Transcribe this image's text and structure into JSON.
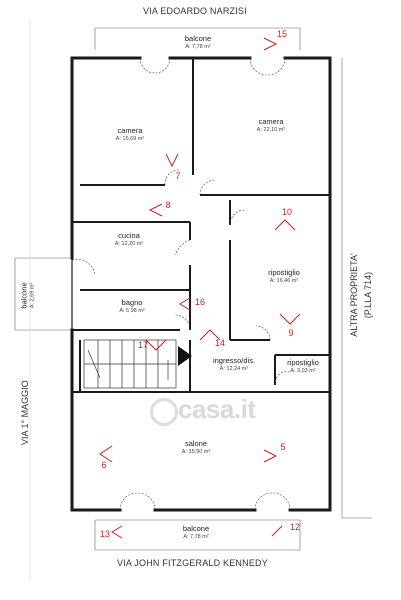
{
  "streets": {
    "top": "VIA EDOARDO NARZISI",
    "bottom": "VIA JOHN FITZGERALD KENNEDY",
    "left": "VIA 1° MAGGIO",
    "right_line1": "ALTRA PROPRIETA'",
    "right_line2": "(P.LLA 714)"
  },
  "rooms": {
    "balcone_top": {
      "name": "balcone",
      "area": "A: 7,78 m²"
    },
    "camera_left": {
      "name": "camera",
      "area": "A: 15,69 m²"
    },
    "camera_right": {
      "name": "camera",
      "area": "A: 22,10 m²"
    },
    "cucina": {
      "name": "cucina",
      "area": "A: 12,20 m²"
    },
    "ripostiglio_large": {
      "name": "ripostiglio",
      "area": "A: 16,46 m²"
    },
    "balcone_left": {
      "name": "balcone",
      "area": "A: 2,69 m²"
    },
    "bagno": {
      "name": "bagno",
      "area": "A: 5,98 m²"
    },
    "ingresso": {
      "name": "ingresso/dis.",
      "area": "A: 12,24 m²"
    },
    "ripostiglio_small": {
      "name": "ripostiglio",
      "area": "A: 3,03 m²"
    },
    "salone": {
      "name": "salone",
      "area": "A: 35,90 m²"
    },
    "balcone_bottom": {
      "name": "balcone",
      "area": "A: 7,78 m²"
    }
  },
  "markers": [
    "15",
    "7",
    "8",
    "10",
    "9",
    "16",
    "14",
    "17",
    "6",
    "5",
    "13",
    "12"
  ],
  "watermark": "casa.it",
  "colors": {
    "wall": "#1a1a1a",
    "marker": "#cc2222",
    "watermark": "#d9d9d9"
  }
}
